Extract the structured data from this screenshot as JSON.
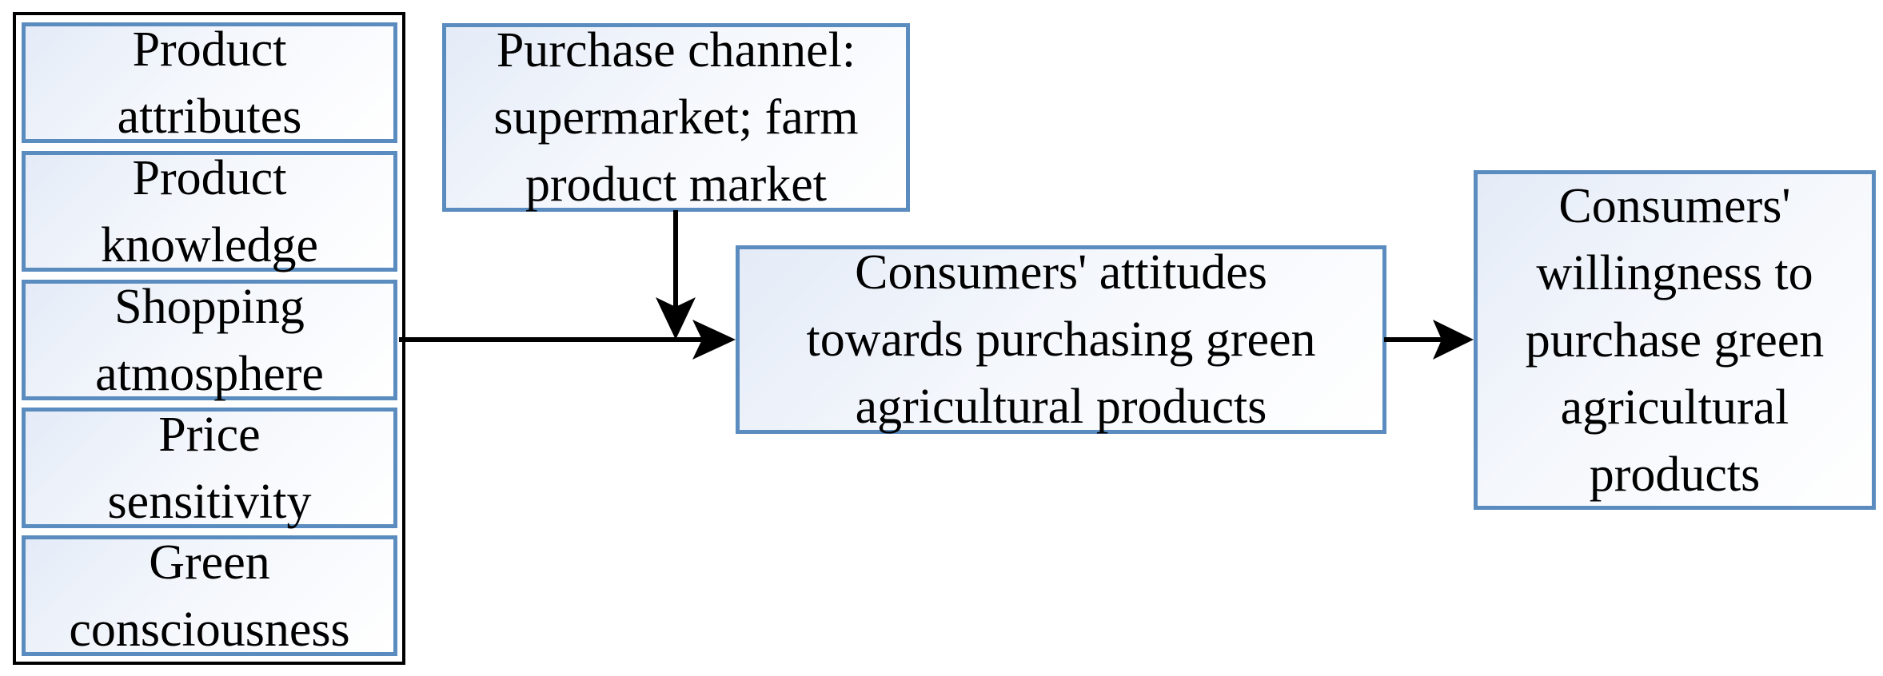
{
  "factors": [
    {
      "line1": "Product",
      "line2": "attributes"
    },
    {
      "line1": "Product",
      "line2": "knowledge"
    },
    {
      "line1": "Shopping",
      "line2": "atmosphere"
    },
    {
      "line1": "Price",
      "line2": "sensitivity"
    },
    {
      "line1": "Green",
      "line2": "consciousness"
    }
  ],
  "moderator": {
    "lines": [
      "Purchase channel:",
      "supermarket; farm",
      "product market"
    ]
  },
  "attitude": {
    "lines": [
      "Consumers' attitudes",
      "towards purchasing green",
      "agricultural products"
    ]
  },
  "willingness": {
    "lines": [
      "Consumers'",
      "willingness to",
      "purchase green",
      "agricultural",
      "products"
    ]
  },
  "colors": {
    "box_border": "#5b8cbf",
    "box_fill": "#e4ebf7",
    "arrow": "#000000"
  }
}
